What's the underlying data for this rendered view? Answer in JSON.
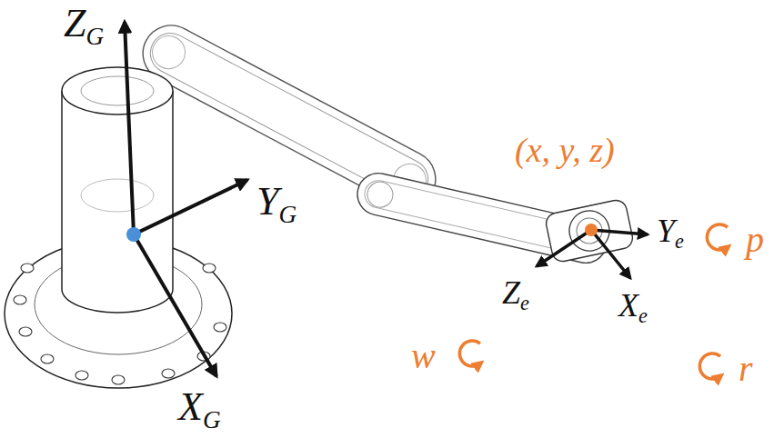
{
  "diagram": {
    "labels": [
      "ZG",
      "YG",
      "XG",
      "(x, y, z)",
      "Ye",
      "Xe",
      "Ze",
      "p",
      "w",
      "r"
    ]
  }
}
